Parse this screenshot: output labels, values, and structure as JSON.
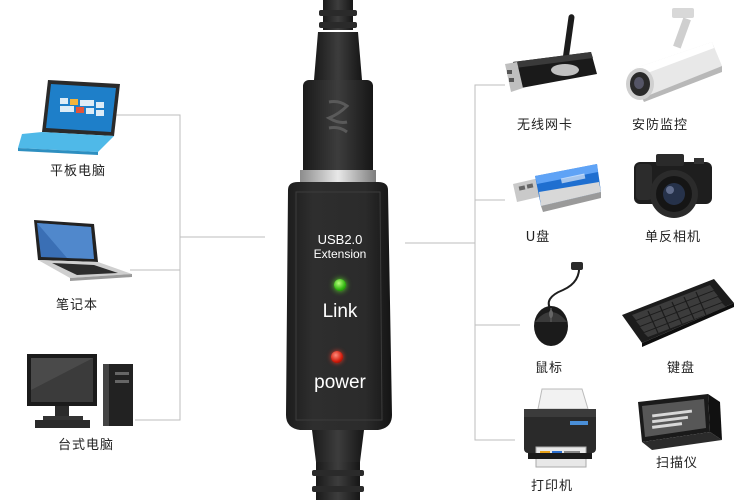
{
  "left_devices": [
    {
      "id": "tablet",
      "label": "平板电脑",
      "icon": "tablet-icon"
    },
    {
      "id": "laptop",
      "label": "笔记本",
      "icon": "laptop-icon"
    },
    {
      "id": "desktop",
      "label": "台式电脑",
      "icon": "desktop-computer-icon"
    }
  ],
  "adapter": {
    "line1": "USB2.0",
    "line2": "Extension",
    "link_label": "Link",
    "power_label": "power",
    "link_led_color": "#2fb30f",
    "power_led_color": "#d11a0a"
  },
  "right_devices": [
    {
      "id": "wifi",
      "label": "无线网卡",
      "icon": "wireless-adapter-icon"
    },
    {
      "id": "camera",
      "label": "安防监控",
      "icon": "security-camera-icon"
    },
    {
      "id": "udisk",
      "label": "U盘",
      "icon": "usb-flash-drive-icon"
    },
    {
      "id": "slr",
      "label": "单反相机",
      "icon": "slr-camera-icon"
    },
    {
      "id": "mouse",
      "label": "鼠标",
      "icon": "mouse-icon"
    },
    {
      "id": "keyboard",
      "label": "键盘",
      "icon": "keyboard-icon"
    },
    {
      "id": "printer",
      "label": "打印机",
      "icon": "printer-icon"
    },
    {
      "id": "scanner",
      "label": "扫描仪",
      "icon": "scanner-icon"
    }
  ]
}
